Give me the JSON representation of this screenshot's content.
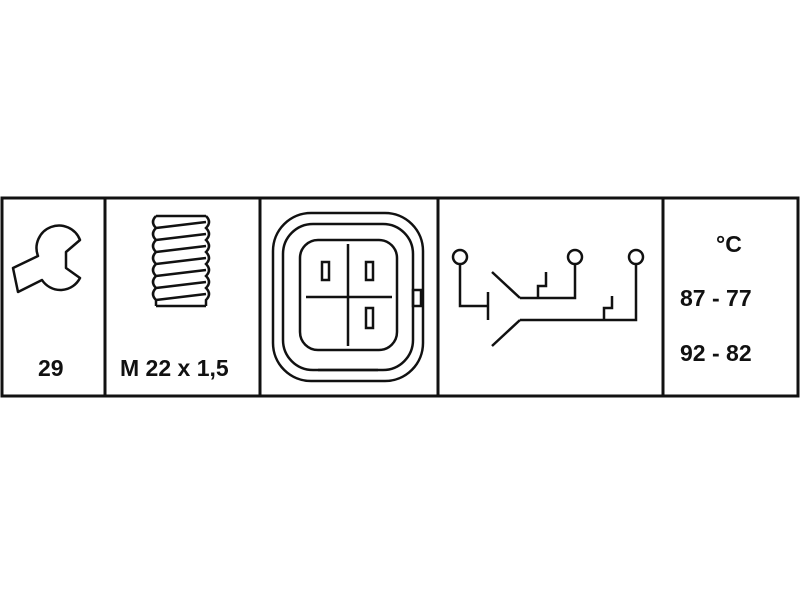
{
  "wrench_size": "29",
  "thread": "M 22 x 1,5",
  "temperature": {
    "unit": "°C",
    "rows": [
      "87 - 77",
      "92 - 82"
    ]
  },
  "icons": [
    "wrench-icon",
    "thread-bolt-icon",
    "connector-plug-icon",
    "switch-schematic-icon"
  ],
  "colors": {
    "line": "#111111",
    "background": "#ffffff"
  }
}
